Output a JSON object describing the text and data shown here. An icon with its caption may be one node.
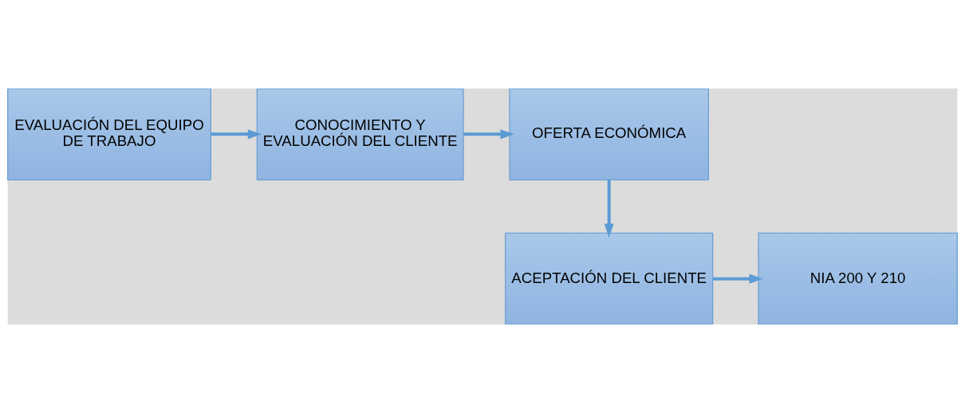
{
  "diagram": {
    "nodes": [
      {
        "text": [
          "EVALUACIÓN DEL EQUIPO DE TRABAJO"
        ]
      },
      {
        "text": [
          "CONOCIMIENTO Y EVALUACIÓN DEL CLIENTE"
        ]
      },
      {
        "text": [
          "OFERTA ECONÓMICA"
        ]
      },
      {
        "text": [
          "ACEPTACIÓN DEL CLIENTE"
        ]
      },
      {
        "text": [
          "NIA 200 Y 210"
        ]
      }
    ],
    "edges": [
      {
        "from": 0,
        "to": 1,
        "arrow": "to"
      },
      {
        "from": 1,
        "to": 2,
        "arrow": "to"
      },
      {
        "from": 2,
        "to": 3,
        "arrow": "to"
      },
      {
        "from": 3,
        "to": 4,
        "arrow": "to"
      }
    ]
  }
}
